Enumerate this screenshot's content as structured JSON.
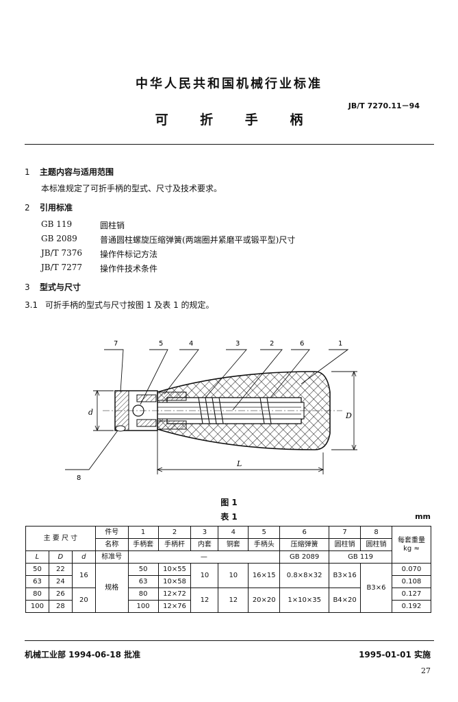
{
  "header": {
    "org": "中华人民共和国机械行业标准",
    "std_no": "JB/T 7270.11－94",
    "title": "可 折 手 柄"
  },
  "sections": {
    "s1_num": "1",
    "s1_title": "主题内容与适用范围",
    "s1_text": "本标准规定了可折手柄的型式、尺寸及技术要求。",
    "s2_num": "2",
    "s2_title": "引用标准",
    "refs": [
      {
        "code": "GB 119",
        "name": "圆柱销"
      },
      {
        "code": "GB 2089",
        "name": "普通圆柱螺旋压缩弹簧(两端圈并紧磨平或锻平型)尺寸"
      },
      {
        "code": "JB/T 7376",
        "name": "操作件标记方法"
      },
      {
        "code": "JB/T 7277",
        "name": "操作件技术条件"
      }
    ],
    "s3_num": "3",
    "s3_title": "型式与尺寸",
    "s31_num": "3.1",
    "s31_text": "可折手柄的型式与尺寸按图 1 及表 1 的规定。"
  },
  "figure": {
    "callouts": [
      "7",
      "5",
      "4",
      "3",
      "2",
      "6",
      "1",
      "8"
    ],
    "dims": {
      "d": "d",
      "D": "D",
      "L": "L"
    },
    "caption": "图 1"
  },
  "table": {
    "caption": "表 1",
    "unit": "mm",
    "main_dims": "主 要 尺 寸",
    "part_no_label": "件号",
    "name_label": "名称",
    "std_label": "标准号",
    "weight_label": "每套重量",
    "weight_unit": "kg  ≈",
    "part_nos": [
      "1",
      "2",
      "3",
      "4",
      "5",
      "6",
      "7",
      "8"
    ],
    "part_names": [
      "手柄套",
      "手柄杆",
      "内套",
      "铜套",
      "手柄头",
      "压缩弹簧",
      "圆柱销",
      "圆柱销"
    ],
    "col_L": "L",
    "col_D": "D",
    "col_d": "d",
    "dash": "—",
    "std_spring": "GB 2089",
    "std_pin": "GB 119",
    "spec_label": "规格",
    "rows": [
      {
        "L": "50",
        "D": "22",
        "c1": "50",
        "c2": "10×55",
        "w": "0.070"
      },
      {
        "L": "63",
        "D": "24",
        "c1": "63",
        "c2": "10×58",
        "w": "0.108"
      },
      {
        "L": "80",
        "D": "26",
        "c1": "80",
        "c2": "12×72",
        "w": "0.127"
      },
      {
        "L": "100",
        "D": "28",
        "c1": "100",
        "c2": "12×76",
        "w": "0.192"
      }
    ],
    "d_a": "16",
    "d_b": "20",
    "c3_a": "10",
    "c3_b": "12",
    "c4_a": "10",
    "c4_b": "12",
    "c5_a": "16×15",
    "c5_b": "20×20",
    "c6_a": "0.8×8×32",
    "c6_b": "1×10×35",
    "c7_a": "B3×16",
    "c7_b": "B4×20",
    "c8": "B3×6"
  },
  "footer": {
    "approved": "机械工业部 1994-06-18 批准",
    "effective": "1995-01-01 实施",
    "page": "27"
  }
}
